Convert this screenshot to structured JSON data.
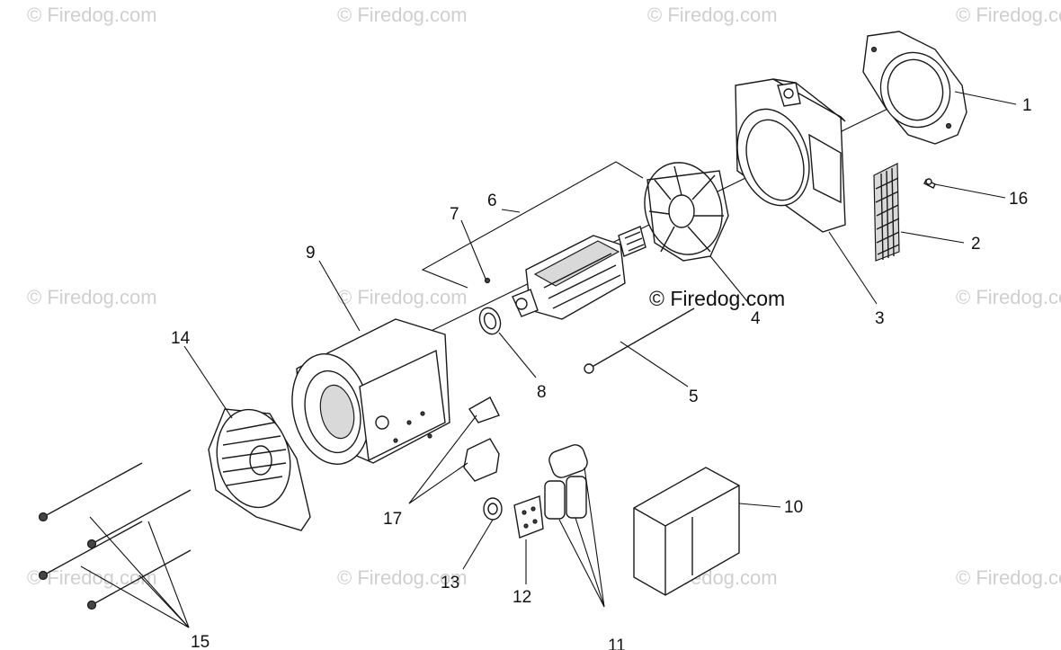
{
  "watermark_text": "© Firedog.com",
  "center_watermark_text": "© Firedog.com",
  "callouts": [
    "1",
    "2",
    "3",
    "4",
    "5",
    "6",
    "7",
    "8",
    "9",
    "10",
    "12",
    "13",
    "14",
    "15",
    "16",
    "17"
  ],
  "partial_callout": "11"
}
